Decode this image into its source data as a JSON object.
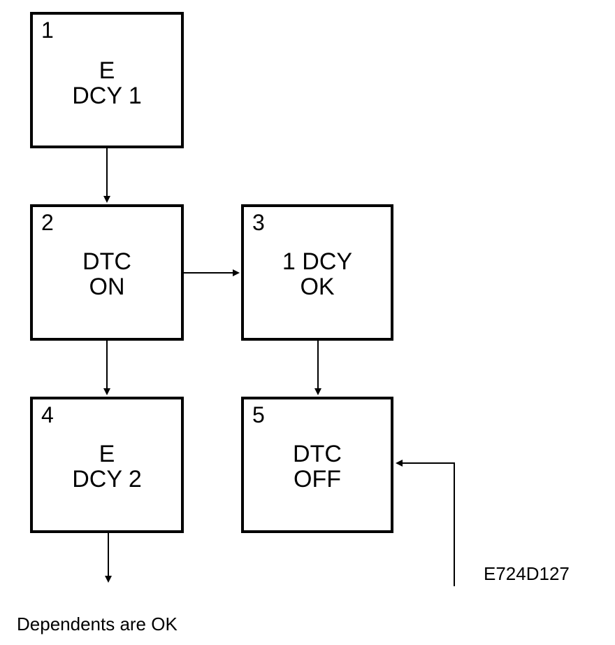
{
  "boxes": [
    {
      "number": "1",
      "line1": "E",
      "line2": "DCY 1"
    },
    {
      "number": "2",
      "line1": "DTC",
      "line2": "ON"
    },
    {
      "number": "3",
      "line1": "1 DCY",
      "line2": "OK"
    },
    {
      "number": "4",
      "line1": "E",
      "line2": "DCY 2"
    },
    {
      "number": "5",
      "line1": "DTC",
      "line2": "OFF"
    }
  ],
  "figure_code": "E724D127",
  "footer_text": "Dependents are OK",
  "colors": {
    "stroke": "#000000",
    "background": "#ffffff"
  }
}
